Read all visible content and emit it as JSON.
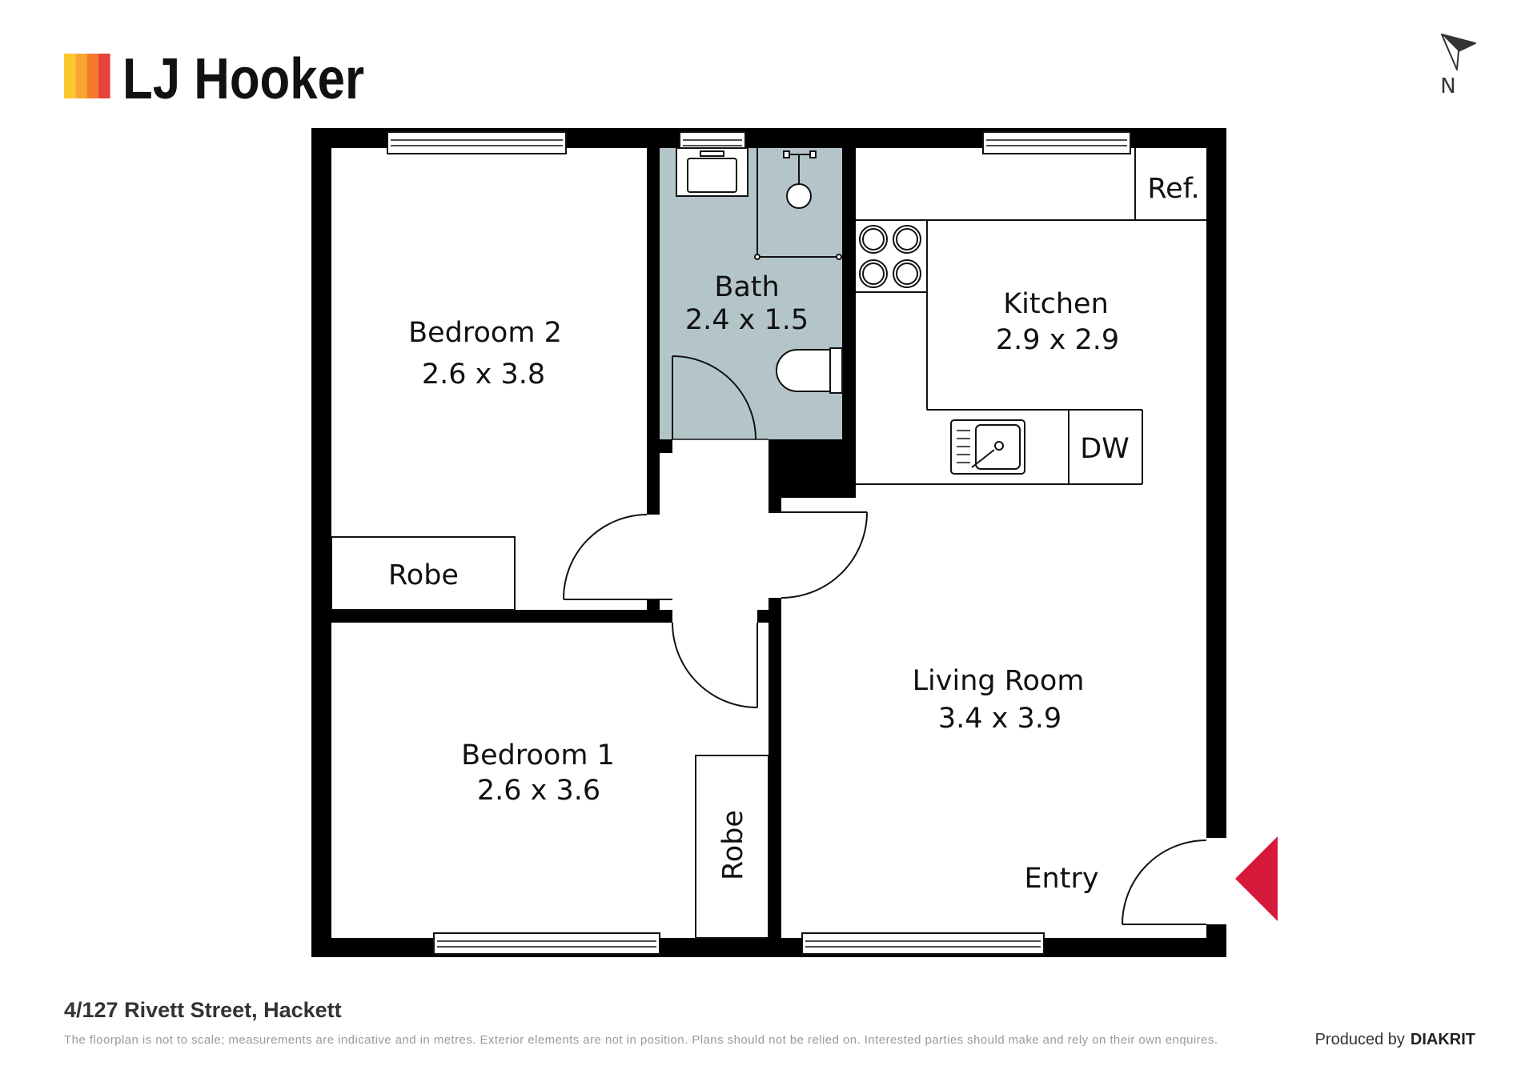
{
  "logo": {
    "text": "LJ Hooker",
    "bar_colors": [
      "#FDC82F",
      "#F9A532",
      "#F47B2A",
      "#E8413C"
    ]
  },
  "compass": {
    "label": "N",
    "icon": "north-arrow-icon"
  },
  "rooms": {
    "bedroom2": {
      "name": "Bedroom 2",
      "size": "2.6 x 3.8"
    },
    "bath": {
      "name": "Bath",
      "size": "2.4 x 1.5"
    },
    "kitchen": {
      "name": "Kitchen",
      "size": "2.9 x 2.9"
    },
    "living": {
      "name": "Living Room",
      "size": "3.4 x 3.9"
    },
    "bedroom1": {
      "name": "Bedroom 1",
      "size": "2.6 x 3.6"
    }
  },
  "fixtures": {
    "robe_bedroom2": "Robe",
    "robe_bedroom1": "Robe",
    "fridge": "Ref.",
    "dishwasher": "DW",
    "entry": "Entry"
  },
  "entry_marker": {
    "icon": "entry-arrow-icon"
  },
  "footer": {
    "address": "4/127 Rivett Street, Hackett",
    "disclaimer": "The floorplan is not to scale; measurements are indicative and in metres. Exterior elements are not in position. Plans should not be relied on. Interested parties should make and rely on their own enquires.",
    "produced_by": "Produced by",
    "brand": "DIAKRIT"
  },
  "colors": {
    "walls": "#000000",
    "bath_fill": "#b4c5ca",
    "entry_arrow": "#d7193b",
    "compass": "#333333"
  }
}
